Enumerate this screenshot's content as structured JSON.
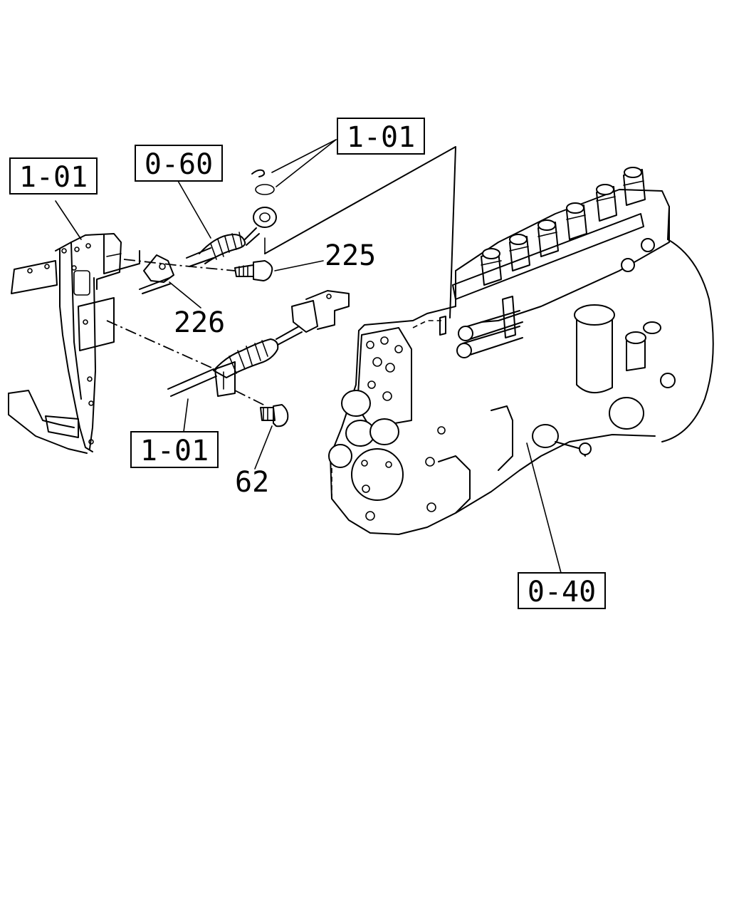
{
  "references": {
    "top_left_frame": "1-01",
    "cable_assembly": "0-60",
    "clip_and_washer": "1-01",
    "lower_cable": "1-01",
    "injection_pump": "0-40"
  },
  "part_numbers": {
    "bolt_upper": "225",
    "bracket_clip": "226",
    "bolt_lower": "62"
  }
}
